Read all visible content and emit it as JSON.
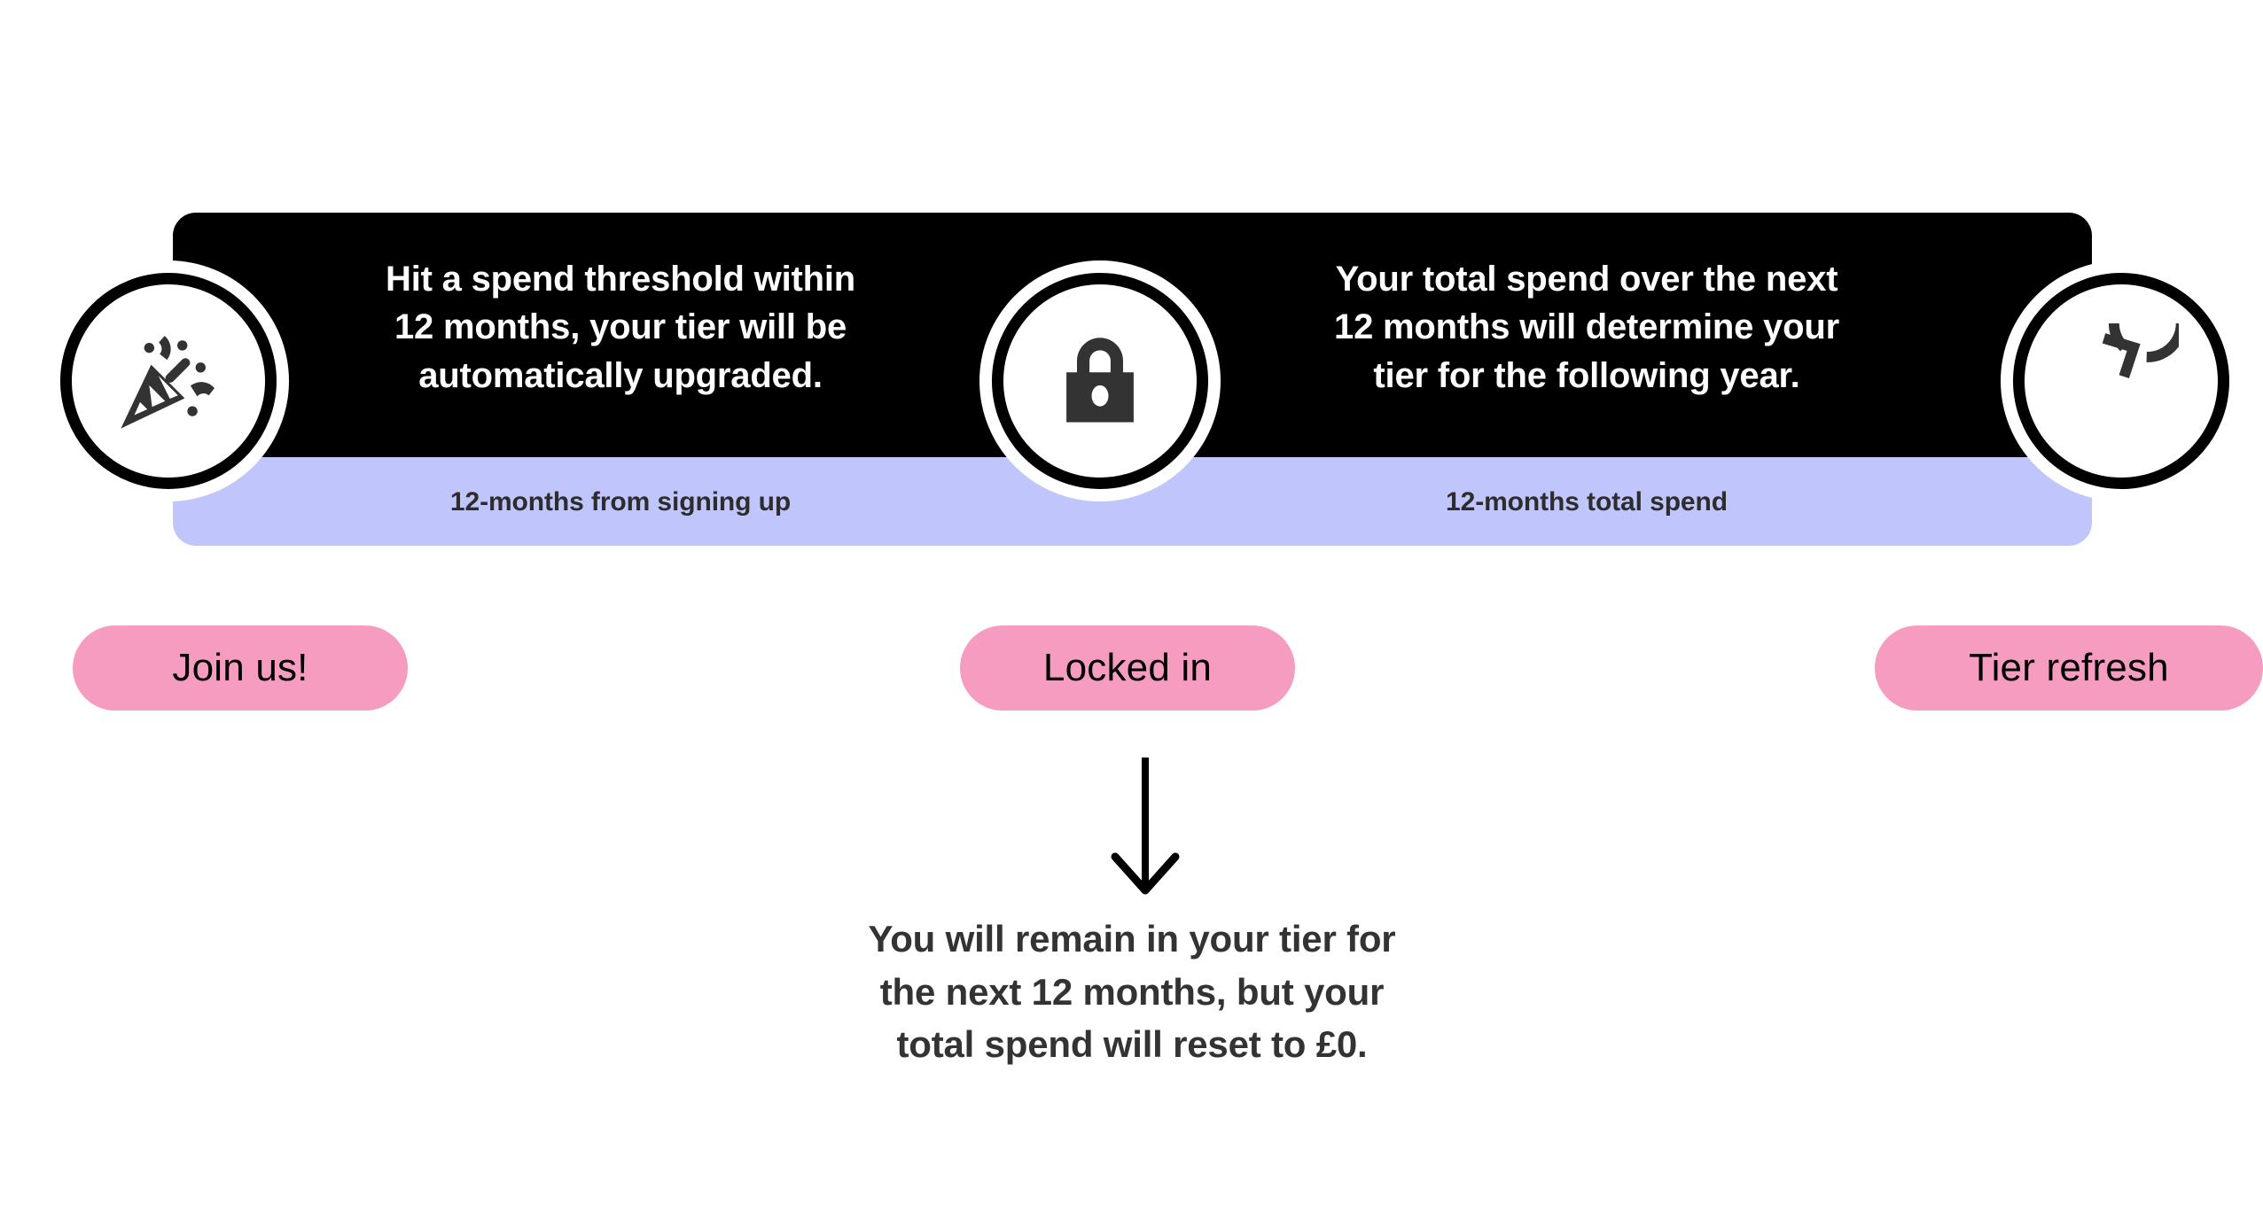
{
  "colors": {
    "black_bar": "#000000",
    "lavender_bar": "#c0c6fc",
    "pink_pill": "#f59cc0",
    "white": "#ffffff",
    "dark_text": "#333333",
    "icon_dark": "#333333"
  },
  "timeline": {
    "segments": [
      {
        "id": "signup",
        "body": "Hit a spend threshold within\n12 months, your tier will be\nautomatically upgraded.",
        "duration_label": "12-months from signing up",
        "badge_icon": "party-popper-icon",
        "pill_label": "Join us!"
      },
      {
        "id": "locked",
        "body": "Your total spend over the next\n12 months will determine your\ntier for the following year.",
        "duration_label": "12-months total spend",
        "badge_icon": "lock-icon",
        "pill_label": "Locked in"
      },
      {
        "id": "refresh",
        "badge_icon": "refresh-icon",
        "pill_label": "Tier refresh"
      }
    ]
  },
  "callout": {
    "arrow": "down-arrow-icon",
    "text": "You will remain in your tier for\nthe next 12 months, but your\ntotal spend will reset to £0."
  }
}
